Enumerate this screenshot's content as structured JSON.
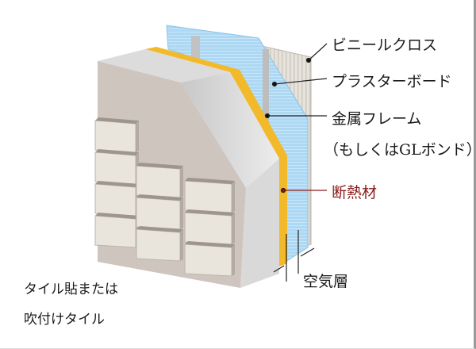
{
  "labels": {
    "vinyl_cloth": "ビニールクロス",
    "plaster_board": "プラスターボード",
    "metal_frame": "金属フレーム",
    "metal_frame_alt": "（もしくはGLボンド）",
    "insulation": "断熱材",
    "air_layer": "空気層",
    "tile_line1": "タイル貼または",
    "tile_line2": "吹付けタイル"
  },
  "colors": {
    "insulation_label": "#8b1a1a",
    "insulation_layer": "#f2b92b",
    "plaster_board": "#a9d6f2",
    "concrete": "#cfc5bf",
    "tile": "#e9e4dc"
  }
}
